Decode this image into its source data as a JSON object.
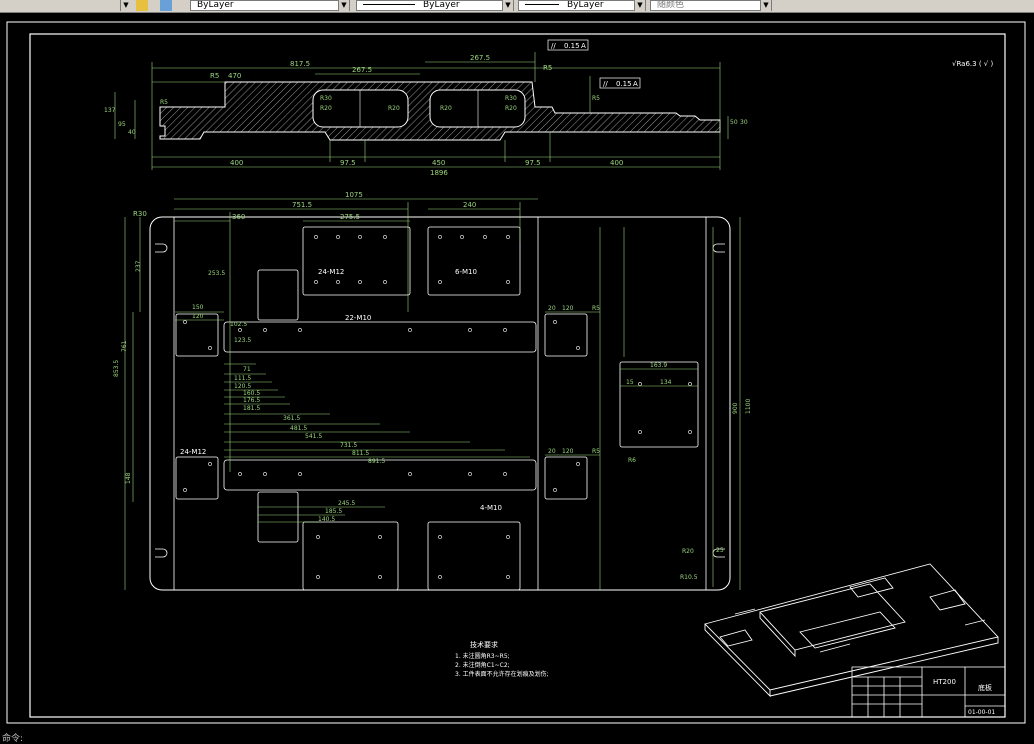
{
  "toolbar": {
    "layer_color": "ByLayer",
    "linetype": "ByLayer",
    "lineweight": "ByLayer",
    "plot_style": "随颜色"
  },
  "colors": {
    "background": "#000000",
    "outline": "#ffffff",
    "dimension": "#9bd67c",
    "hatch": "#bfbfbf"
  },
  "section_view": {
    "dims_top": [
      "817.5",
      "470",
      "267.5",
      "267.5",
      "R5",
      "R5"
    ],
    "tolerance_1": [
      "//",
      "0.15",
      "A"
    ],
    "tolerance_2": [
      "//",
      "0.15",
      "A"
    ],
    "radii": [
      "R30",
      "R20",
      "R20",
      "R20",
      "R30",
      "R20",
      "R5",
      "R5"
    ],
    "dims_bottom": [
      "400",
      "97.5",
      "450",
      "97.5",
      "400"
    ],
    "overall": "1896",
    "left_heights": [
      "137",
      "95",
      "40"
    ],
    "right_heights": [
      "50",
      "30"
    ]
  },
  "plan_view": {
    "overall_top": "1075",
    "top_dims": [
      "751.5",
      "360",
      "275.5",
      "240"
    ],
    "corner_radius": "R30",
    "notes": [
      "24-M12",
      "22-M10",
      "24-M12",
      "6-M10",
      "4-M10"
    ],
    "left_stack": [
      "253.5",
      "150",
      "120",
      "102.5",
      "123.5",
      "71",
      "111.5",
      "120.5",
      "160.5",
      "176.5",
      "181.5",
      "361.5",
      "481.5",
      "541.5",
      "731.5",
      "811.5",
      "891.5",
      "245.5",
      "185.5",
      "140.5"
    ],
    "right_dims": [
      "20",
      "120",
      "R5",
      "20",
      "120",
      "R5",
      "163.9",
      "15",
      "134",
      "R6",
      "R20",
      "R10.5",
      "25"
    ],
    "height_left": [
      "237",
      "761",
      "148",
      "853.5"
    ],
    "height_right": [
      "900",
      "1100"
    ]
  },
  "roughness_note": "√Ra6.3 ( √ )",
  "tech_requirements": {
    "title": "技术要求",
    "items": [
      "1. 未注圆角R3~R5;",
      "2. 未注倒角C1~C2;",
      "3. 工件表面不允许存在划痕及划伤;"
    ]
  },
  "title_block": {
    "part_name": "底板",
    "material": "HT200",
    "drawing_no": "01-00-01"
  },
  "status": "命令:"
}
